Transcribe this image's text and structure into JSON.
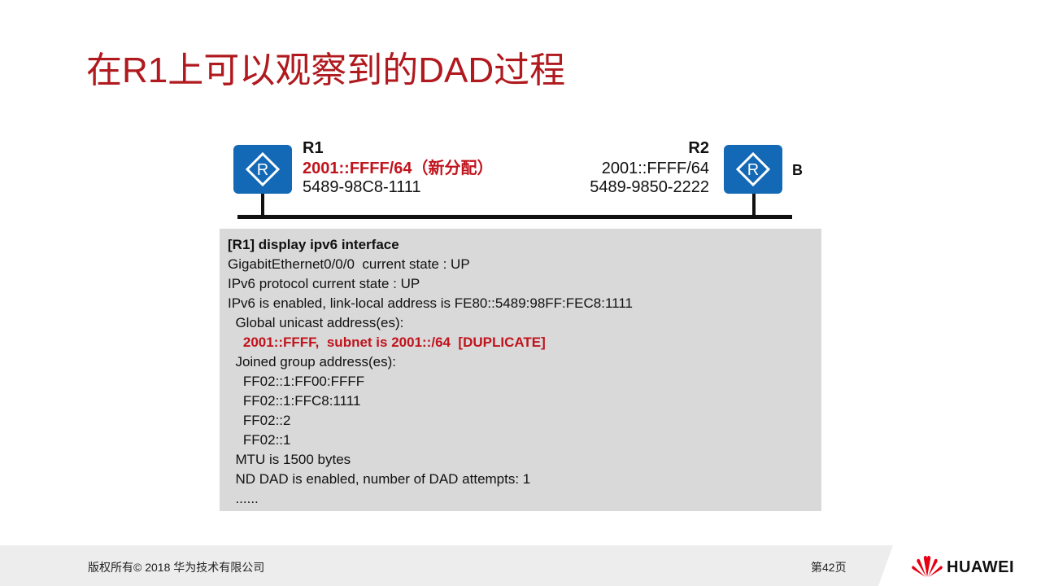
{
  "title": "在R1上可以观察到的DAD过程",
  "topology": {
    "r1": {
      "name": "R1",
      "ip": "2001::FFFF/64（新分配）",
      "mac": "5489-98C8-1111",
      "icon": "router-icon"
    },
    "r2": {
      "name": "R2",
      "ip": "2001::FFFF/64",
      "mac": "5489-9850-2222",
      "tag": "B",
      "icon": "router-icon"
    }
  },
  "console": {
    "lines": [
      "[R1] display ipv6 interface",
      "GigabitEthernet0/0/0  current state : UP",
      "IPv6 protocol current state : UP",
      "IPv6 is enabled, link-local address is FE80::5489:98FF:FEC8:1111",
      "  Global unicast address(es):",
      "    2001::FFFF,  subnet is 2001::/64  [DUPLICATE]",
      "  Joined group address(es):",
      "    FF02::1:FF00:FFFF",
      "    FF02::1:FFC8:1111",
      "    FF02::2",
      "    FF02::1",
      "  MTU is 1500 bytes",
      "  ND DAD is enabled, number of DAD attempts: 1",
      "  ......"
    ]
  },
  "footer": {
    "copyright": "版权所有© 2018 华为技术有限公司",
    "page": "第42页",
    "brand": "HUAWEI"
  },
  "colors": {
    "title": "#b0191e",
    "highlight": "#c0141d",
    "router": "#1369b5",
    "console_bg": "#d9d9d9",
    "logo": "#e60012"
  }
}
